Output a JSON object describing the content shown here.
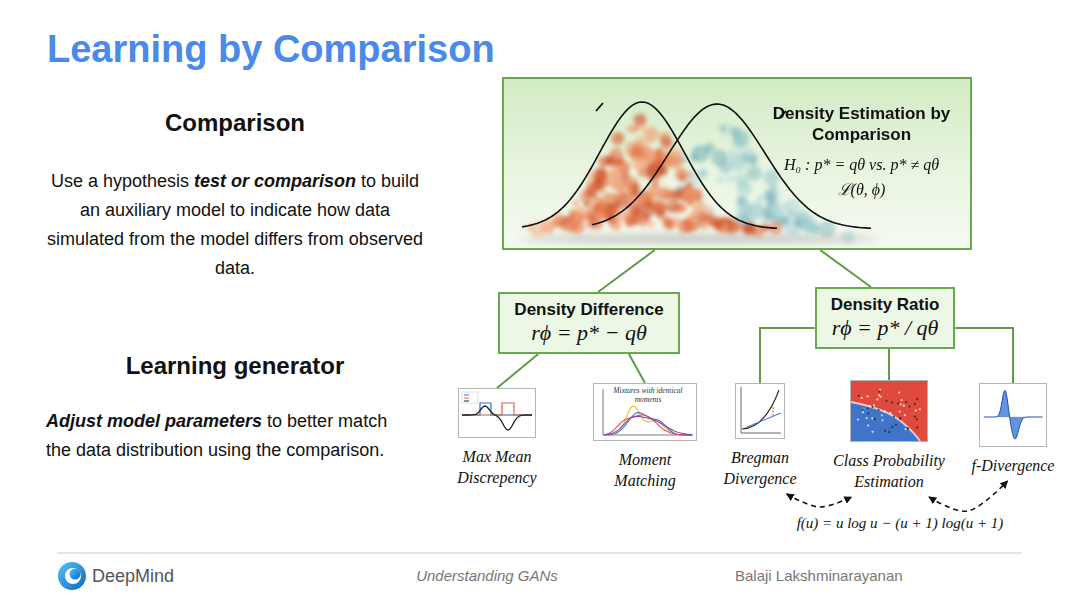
{
  "diagram": {
    "title": "Learning by Comparison",
    "nodes": [
      {
        "text": [
          "Density Estimation by Comparison",
          "H₀ : p* = qθ vs. p* ≠ qθ",
          "ℒ(θ, ϕ)"
        ]
      },
      {
        "text": [
          "Density Difference",
          "rϕ = p* − qθ"
        ]
      },
      {
        "text": [
          "Density Ratio",
          "rϕ = p* / qθ"
        ]
      },
      {
        "text": [
          "Max Mean Discrepency"
        ]
      },
      {
        "text": [
          "Moment Matching"
        ]
      },
      {
        "text": [
          "Bregman Divergence"
        ]
      },
      {
        "text": [
          "Class Probability Estimation"
        ]
      },
      {
        "text": [
          "f-Divergence"
        ]
      }
    ],
    "edges": [
      {
        "from": 0,
        "to": 1,
        "arrow": "none"
      },
      {
        "from": 0,
        "to": 2,
        "arrow": "none"
      },
      {
        "from": 1,
        "to": 3,
        "arrow": "none"
      },
      {
        "from": 1,
        "to": 4,
        "arrow": "none"
      },
      {
        "from": 2,
        "to": 5,
        "arrow": "none"
      },
      {
        "from": 2,
        "to": 6,
        "arrow": "none"
      },
      {
        "from": 2,
        "to": 7,
        "arrow": "none"
      },
      {
        "from": 5,
        "to": 6,
        "arrow": "both"
      },
      {
        "from": 6,
        "to": 7,
        "arrow": "both"
      }
    ],
    "labels": [
      "Comparison",
      "Use a hypothesis",
      "test or comparison",
      "to build an auxiliary model to indicate how data simulated from the model differs from observed data.",
      "Learning generator",
      "Adjust model parameters",
      "to better match the data distribution using the comparison.",
      "Mixtures with identical moments",
      "f(u) = u log u − (u + 1) log(u + 1)",
      "DeepMind",
      "Understanding GANs",
      "Balaji Lakshminarayanan"
    ]
  }
}
